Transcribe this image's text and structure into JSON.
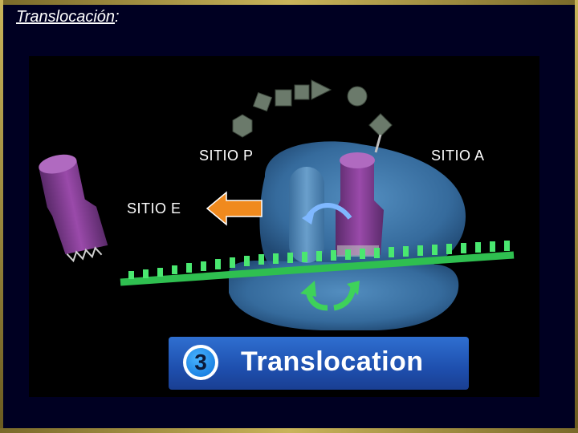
{
  "slide": {
    "title": "Translocación",
    "title_suffix": ":"
  },
  "labels": {
    "site_p": "SITIO P",
    "site_a": "SITIO A",
    "site_e": "SITIO E"
  },
  "banner": {
    "step_number": "3",
    "step_text": "Translocation"
  },
  "colors": {
    "background": "#000022",
    "ribosome": "#3f7fb5",
    "trna": "#7a3a8a",
    "mrna": "#3fdc60",
    "arrow_orange": "#f08a1e",
    "banner_blue": "#1e4fae",
    "chain_gray": "#6b7a6b"
  },
  "icons": {
    "exit_arrow": "left-arrow-icon",
    "rotate_arrow": "curved-arrow-icon",
    "mrna_arrows": "curved-double-arrow-icon"
  }
}
